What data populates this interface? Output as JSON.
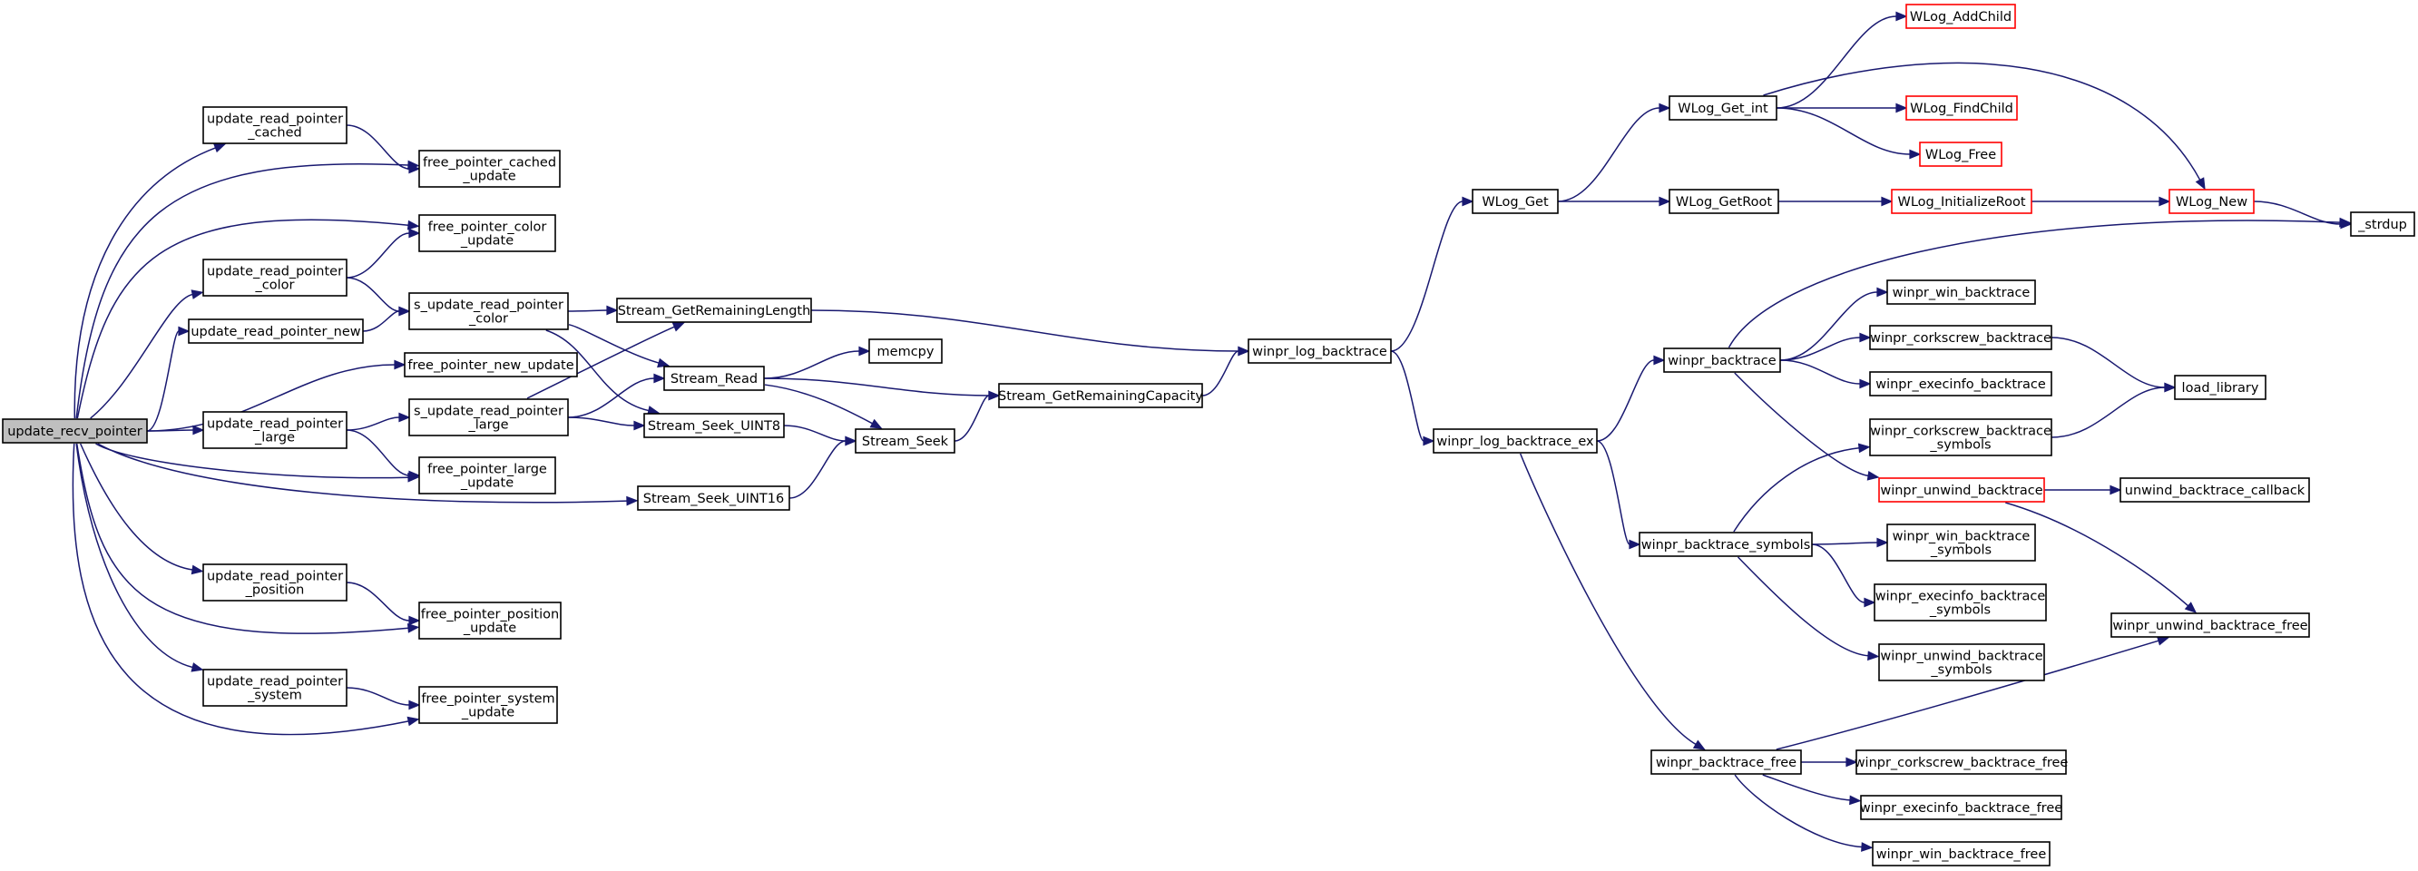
{
  "colors": {
    "edge": "#191970",
    "node_border": "#000000",
    "node_border_truncated": "#ff0000",
    "root_fill": "#bfbfbf",
    "node_fill": "#ffffff"
  },
  "nodes": [
    {
      "id": "update_recv_pointer",
      "lines": [
        "update_recv_pointer"
      ],
      "style": "root"
    },
    {
      "id": "urp_cached",
      "lines": [
        "update_read_pointer",
        "_cached"
      ]
    },
    {
      "id": "fp_cached",
      "lines": [
        "free_pointer_cached",
        "_update"
      ]
    },
    {
      "id": "fp_color",
      "lines": [
        "free_pointer_color",
        "_update"
      ]
    },
    {
      "id": "urp_color",
      "lines": [
        "update_read_pointer",
        "_color"
      ]
    },
    {
      "id": "s_urp_color",
      "lines": [
        "s_update_read_pointer",
        "_color"
      ]
    },
    {
      "id": "urp_new",
      "lines": [
        "update_read_pointer_new"
      ]
    },
    {
      "id": "fp_new",
      "lines": [
        "free_pointer_new_update"
      ]
    },
    {
      "id": "urp_large",
      "lines": [
        "update_read_pointer",
        "_large"
      ]
    },
    {
      "id": "s_urp_large",
      "lines": [
        "s_update_read_pointer",
        "_large"
      ]
    },
    {
      "id": "fp_large",
      "lines": [
        "free_pointer_large",
        "_update"
      ]
    },
    {
      "id": "urp_position",
      "lines": [
        "update_read_pointer",
        "_position"
      ]
    },
    {
      "id": "fp_position",
      "lines": [
        "free_pointer_position",
        "_update"
      ]
    },
    {
      "id": "urp_system",
      "lines": [
        "update_read_pointer",
        "_system"
      ]
    },
    {
      "id": "fp_system",
      "lines": [
        "free_pointer_system",
        "_update"
      ]
    },
    {
      "id": "sgrl",
      "lines": [
        "Stream_GetRemainingLength"
      ]
    },
    {
      "id": "sread",
      "lines": [
        "Stream_Read"
      ]
    },
    {
      "id": "sseek8",
      "lines": [
        "Stream_Seek_UINT8"
      ]
    },
    {
      "id": "sseek16",
      "lines": [
        "Stream_Seek_UINT16"
      ]
    },
    {
      "id": "memcpy",
      "lines": [
        "memcpy"
      ]
    },
    {
      "id": "sseek",
      "lines": [
        "Stream_Seek"
      ]
    },
    {
      "id": "sgrc",
      "lines": [
        "Stream_GetRemainingCapacity"
      ]
    },
    {
      "id": "wlb",
      "lines": [
        "winpr_log_backtrace"
      ]
    },
    {
      "id": "wlbex",
      "lines": [
        "winpr_log_backtrace_ex"
      ]
    },
    {
      "id": "wlget",
      "lines": [
        "WLog_Get"
      ]
    },
    {
      "id": "wlgetint",
      "lines": [
        "WLog_Get_int"
      ]
    },
    {
      "id": "wladdchild",
      "lines": [
        "WLog_AddChild"
      ],
      "style": "trunc"
    },
    {
      "id": "wlfindchild",
      "lines": [
        "WLog_FindChild"
      ],
      "style": "trunc"
    },
    {
      "id": "wlfree",
      "lines": [
        "WLog_Free"
      ],
      "style": "trunc"
    },
    {
      "id": "wlgetroot",
      "lines": [
        "WLog_GetRoot"
      ]
    },
    {
      "id": "wlinitroot",
      "lines": [
        "WLog_InitializeRoot"
      ],
      "style": "trunc"
    },
    {
      "id": "wlnew",
      "lines": [
        "WLog_New"
      ],
      "style": "trunc"
    },
    {
      "id": "strdup",
      "lines": [
        "_strdup"
      ]
    },
    {
      "id": "wbt",
      "lines": [
        "winpr_backtrace"
      ]
    },
    {
      "id": "wwinbt",
      "lines": [
        "winpr_win_backtrace"
      ]
    },
    {
      "id": "wcorkbt",
      "lines": [
        "winpr_corkscrew_backtrace"
      ]
    },
    {
      "id": "wexecbt",
      "lines": [
        "winpr_execinfo_backtrace"
      ]
    },
    {
      "id": "loadlib",
      "lines": [
        "load_library"
      ]
    },
    {
      "id": "wunwindbt",
      "lines": [
        "winpr_unwind_backtrace"
      ],
      "style": "trunc"
    },
    {
      "id": "unwindcb",
      "lines": [
        "unwind_backtrace_callback"
      ]
    },
    {
      "id": "wcorkbtsym",
      "lines": [
        "winpr_corkscrew_backtrace",
        "_symbols"
      ]
    },
    {
      "id": "wbtsym",
      "lines": [
        "winpr_backtrace_symbols"
      ]
    },
    {
      "id": "wwinbtsym",
      "lines": [
        "winpr_win_backtrace",
        "_symbols"
      ]
    },
    {
      "id": "wexecbtsym",
      "lines": [
        "winpr_execinfo_backtrace",
        "_symbols"
      ]
    },
    {
      "id": "wunwindbtsym",
      "lines": [
        "winpr_unwind_backtrace",
        "_symbols"
      ]
    },
    {
      "id": "wunwindbtfree",
      "lines": [
        "winpr_unwind_backtrace_free"
      ]
    },
    {
      "id": "wbtfree",
      "lines": [
        "winpr_backtrace_free"
      ]
    },
    {
      "id": "wcorkbtfree",
      "lines": [
        "winpr_corkscrew_backtrace_free"
      ]
    },
    {
      "id": "wexecbtfree",
      "lines": [
        "winpr_execinfo_backtrace_free"
      ]
    },
    {
      "id": "wwinbtfree",
      "lines": [
        "winpr_win_backtrace_free"
      ]
    }
  ],
  "edges": [
    [
      "update_recv_pointer",
      "urp_cached"
    ],
    [
      "update_recv_pointer",
      "fp_cached"
    ],
    [
      "update_recv_pointer",
      "fp_color"
    ],
    [
      "update_recv_pointer",
      "urp_color"
    ],
    [
      "update_recv_pointer",
      "urp_new"
    ],
    [
      "update_recv_pointer",
      "fp_new"
    ],
    [
      "update_recv_pointer",
      "urp_large"
    ],
    [
      "update_recv_pointer",
      "fp_large"
    ],
    [
      "update_recv_pointer",
      "sseek16"
    ],
    [
      "update_recv_pointer",
      "urp_position"
    ],
    [
      "update_recv_pointer",
      "fp_position"
    ],
    [
      "update_recv_pointer",
      "urp_system"
    ],
    [
      "update_recv_pointer",
      "fp_system"
    ],
    [
      "urp_cached",
      "fp_cached"
    ],
    [
      "urp_color",
      "fp_color"
    ],
    [
      "urp_color",
      "s_urp_color"
    ],
    [
      "urp_new",
      "s_urp_color"
    ],
    [
      "urp_large",
      "s_urp_large"
    ],
    [
      "urp_large",
      "fp_large"
    ],
    [
      "urp_position",
      "fp_position"
    ],
    [
      "urp_system",
      "fp_system"
    ],
    [
      "s_urp_color",
      "sgrl"
    ],
    [
      "s_urp_color",
      "sread"
    ],
    [
      "s_urp_color",
      "sseek8"
    ],
    [
      "s_urp_large",
      "sgrl"
    ],
    [
      "s_urp_large",
      "sread"
    ],
    [
      "s_urp_large",
      "sseek8"
    ],
    [
      "sgrl",
      "wlb"
    ],
    [
      "sread",
      "memcpy"
    ],
    [
      "sread",
      "sgrc"
    ],
    [
      "sread",
      "sseek"
    ],
    [
      "sseek8",
      "sseek"
    ],
    [
      "sseek16",
      "sseek"
    ],
    [
      "sseek",
      "sgrc"
    ],
    [
      "sgrc",
      "wlb"
    ],
    [
      "wlb",
      "wlget"
    ],
    [
      "wlb",
      "wlbex"
    ],
    [
      "wlget",
      "wlgetint"
    ],
    [
      "wlget",
      "wlgetroot"
    ],
    [
      "wlgetint",
      "wladdchild"
    ],
    [
      "wlgetint",
      "wlfindchild"
    ],
    [
      "wlgetint",
      "wlfree"
    ],
    [
      "wlgetint",
      "wlnew"
    ],
    [
      "wlgetroot",
      "wlinitroot"
    ],
    [
      "wlinitroot",
      "wlnew"
    ],
    [
      "wlnew",
      "strdup"
    ],
    [
      "wlbex",
      "wbt"
    ],
    [
      "wlbex",
      "wbtsym"
    ],
    [
      "wlbex",
      "wbtfree"
    ],
    [
      "wbt",
      "strdup"
    ],
    [
      "wbt",
      "wwinbt"
    ],
    [
      "wbt",
      "wcorkbt"
    ],
    [
      "wbt",
      "wexecbt"
    ],
    [
      "wbt",
      "wunwindbt"
    ],
    [
      "wcorkbt",
      "loadlib"
    ],
    [
      "wcorkbtsym",
      "loadlib"
    ],
    [
      "wunwindbt",
      "unwindcb"
    ],
    [
      "wunwindbt",
      "wunwindbtfree"
    ],
    [
      "wbtsym",
      "wcorkbtsym"
    ],
    [
      "wbtsym",
      "wwinbtsym"
    ],
    [
      "wbtsym",
      "wexecbtsym"
    ],
    [
      "wbtsym",
      "wunwindbtsym"
    ],
    [
      "wbtfree",
      "wunwindbtfree"
    ],
    [
      "wbtfree",
      "wcorkbtfree"
    ],
    [
      "wbtfree",
      "wexecbtfree"
    ],
    [
      "wbtfree",
      "wwinbtfree"
    ]
  ]
}
